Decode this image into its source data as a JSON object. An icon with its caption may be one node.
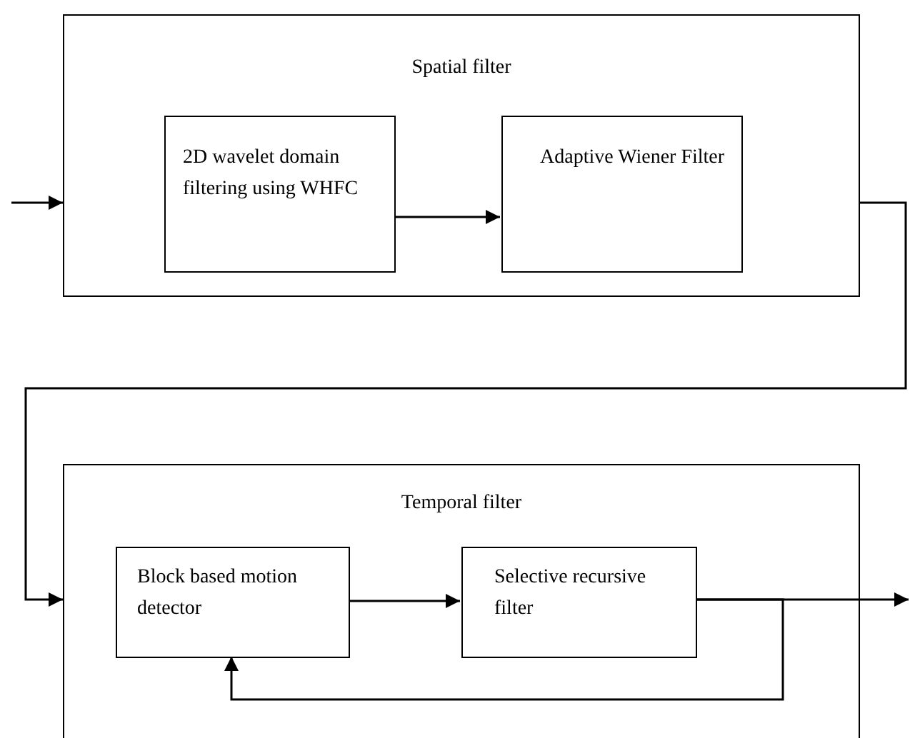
{
  "diagram": {
    "nodes": [
      {
        "text": [
          "Spatial filter"
        ]
      },
      {
        "text": [
          "2D wavelet domain filtering using WHFC"
        ],
        "in": 0
      },
      {
        "text": [
          "Adaptive Wiener Filter"
        ],
        "in": 0
      },
      {
        "text": [
          "Temporal filter"
        ]
      },
      {
        "text": [
          "Block based motion detector"
        ],
        "in": 3
      },
      {
        "text": [
          "Selective recursive filter"
        ],
        "in": 3
      }
    ],
    "edges": [
      {
        "from": null,
        "to": 0,
        "arrow": "to"
      },
      {
        "from": 1,
        "to": 2,
        "arrow": "to"
      },
      {
        "from": 0,
        "to": 3,
        "arrow": "to"
      },
      {
        "from": 4,
        "to": 5,
        "arrow": "to"
      },
      {
        "from": 5,
        "to": null,
        "arrow": "to"
      },
      {
        "from": 5,
        "to": 4,
        "arrow": "to"
      }
    ]
  }
}
